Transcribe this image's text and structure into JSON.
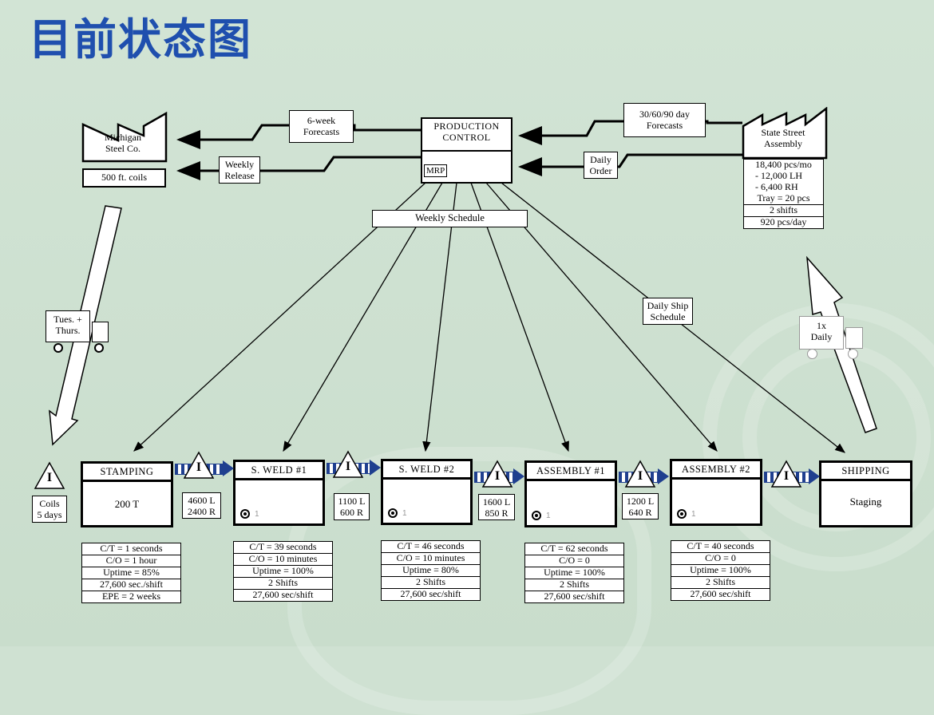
{
  "title": "目前状态图",
  "production_control": {
    "lines": [
      "PRODUCTION",
      "CONTROL"
    ],
    "mrp": "MRP"
  },
  "supplier": {
    "name_lines": [
      "Michigan",
      "Steel Co."
    ],
    "note": "500 ft. coils"
  },
  "customer": {
    "name_lines": [
      "State Street",
      "Assembly"
    ],
    "data": [
      "18,400 pcs/mo",
      "- 12,000 LH",
      "-   6,400 RH",
      "Tray = 20 pcs",
      "2 shifts",
      "920 pcs/day"
    ]
  },
  "info_flows": {
    "forecast_supplier": [
      "6-week",
      "Forecasts"
    ],
    "release_supplier": [
      "Weekly",
      "Release"
    ],
    "forecast_customer": [
      "30/60/90 day",
      "Forecasts"
    ],
    "order_customer": [
      "Daily",
      "Order"
    ],
    "weekly_schedule": "Weekly Schedule",
    "daily_ship": [
      "Daily Ship",
      "Schedule"
    ]
  },
  "shipments": {
    "inbound": [
      "Tues. +",
      "Thurs."
    ],
    "outbound": [
      "1x",
      "Daily"
    ]
  },
  "inventory_raw": {
    "symbol": "I",
    "lines": [
      "Coils",
      "5 days"
    ]
  },
  "processes": [
    {
      "name": "STAMPING",
      "body": "200 T",
      "operator": false,
      "data": [
        "C/T = 1 seconds",
        "C/O = 1 hour",
        "Uptime = 85%",
        "27,600 sec./shift",
        "EPE = 2 weeks"
      ]
    },
    {
      "name": "S. WELD #1",
      "body": "",
      "operator": true,
      "op_count": "1",
      "data": [
        "C/T = 39 seconds",
        "C/O = 10 minutes",
        "Uptime = 100%",
        "2 Shifts",
        "27,600 sec/shift"
      ]
    },
    {
      "name": "S. WELD #2",
      "body": "",
      "operator": true,
      "op_count": "1",
      "data": [
        "C/T = 46 seconds",
        "C/O = 10 minutes",
        "Uptime = 80%",
        "2 Shifts",
        "27,600 sec/shift"
      ]
    },
    {
      "name": "ASSEMBLY #1",
      "body": "",
      "operator": true,
      "op_count": "1",
      "data": [
        "C/T = 62 seconds",
        "C/O = 0",
        "Uptime = 100%",
        "2 Shifts",
        "27,600 sec/shift"
      ]
    },
    {
      "name": "ASSEMBLY #2",
      "body": "",
      "operator": true,
      "op_count": "1",
      "data": [
        "C/T = 40 seconds",
        "C/O = 0",
        "Uptime = 100%",
        "2 Shifts",
        "27,600 sec/shift"
      ]
    },
    {
      "name": "SHIPPING",
      "body": "Staging",
      "operator": false,
      "data": []
    }
  ],
  "inventories": [
    {
      "symbol": "I",
      "lines": [
        "4600 L",
        "2400 R"
      ]
    },
    {
      "symbol": "I",
      "lines": [
        "1100 L",
        "600 R"
      ]
    },
    {
      "symbol": "I",
      "lines": [
        "1600 L",
        "850 R"
      ]
    },
    {
      "symbol": "I",
      "lines": [
        "1200 L",
        "640 R"
      ]
    },
    {
      "symbol": "I",
      "lines": []
    }
  ]
}
